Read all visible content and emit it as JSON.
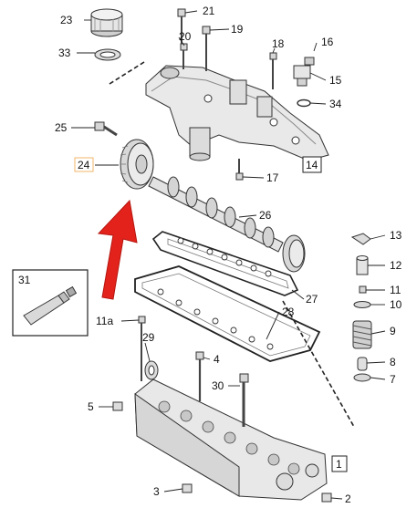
{
  "labels": {
    "p1": "1",
    "p2": "2",
    "p3": "3",
    "p4": "4",
    "p5": "5",
    "p7": "7",
    "p8": "8",
    "p9": "9",
    "p10": "10",
    "p11": "11",
    "p11a": "11a",
    "p12": "12",
    "p13": "13",
    "p14": "14",
    "p15": "15",
    "p16": "16",
    "p17": "17",
    "p18": "18",
    "p19": "19",
    "p20": "20",
    "p21": "21",
    "p23": "23",
    "p24": "24",
    "p25": "25",
    "p26": "26",
    "p27": "27",
    "p28": "28",
    "p29": "29",
    "p30": "30",
    "p31": "31",
    "p33": "33",
    "p34": "34"
  },
  "colors": {
    "arrow": "#e3231b",
    "highlight_box": "#f2b46a",
    "part_fill": "#e9e9e9",
    "part_shade": "#cfcfcf",
    "tube_fill": "#d9d9d9"
  },
  "icons": {
    "arrow": "red-up-arrow-icon",
    "sealant": "sealant-tube-icon"
  }
}
